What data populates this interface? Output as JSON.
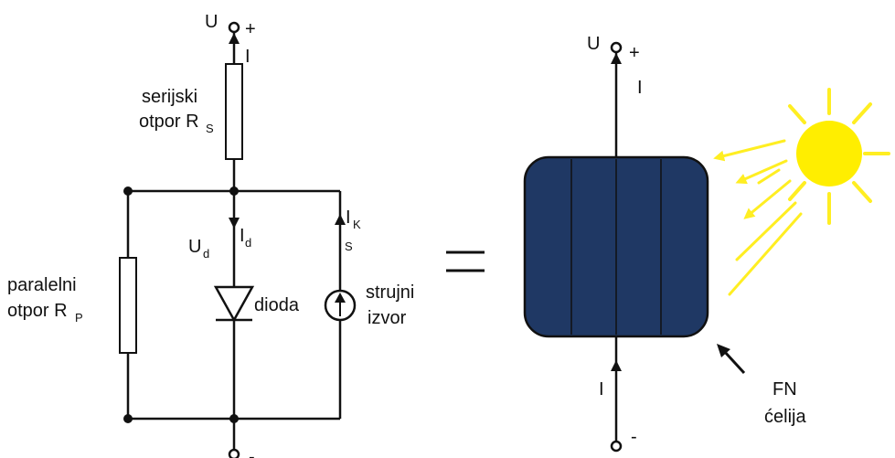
{
  "circuit": {
    "top_terminal": "U",
    "top_plus": "+",
    "top_current": "I",
    "series_resistor": {
      "line1": "serijski",
      "line2": "otpor R",
      "sub": "S"
    },
    "parallel_resistor": {
      "line1": "paralelni",
      "line2": "otpor R",
      "sub": "P"
    },
    "diode_voltage": {
      "main": "U",
      "sub": "d"
    },
    "diode_current": {
      "main": "I",
      "sub": "d"
    },
    "diode_label": "dioda",
    "source_current": {
      "main": "I",
      "sub1": "K",
      "sub2": "S"
    },
    "source_label": {
      "line1": "strujni",
      "line2": "izvor"
    },
    "bottom_minus": "-"
  },
  "equals_sign": "=",
  "cell": {
    "top_terminal": "U",
    "top_plus": "+",
    "top_current": "I",
    "bottom_current": "I",
    "bottom_minus": "-",
    "label": {
      "line1": "FN",
      "line2": "ćelija"
    },
    "fill_color": "#1f3864",
    "sun_color": "#ffee00",
    "ray_color": "#ffee22"
  }
}
